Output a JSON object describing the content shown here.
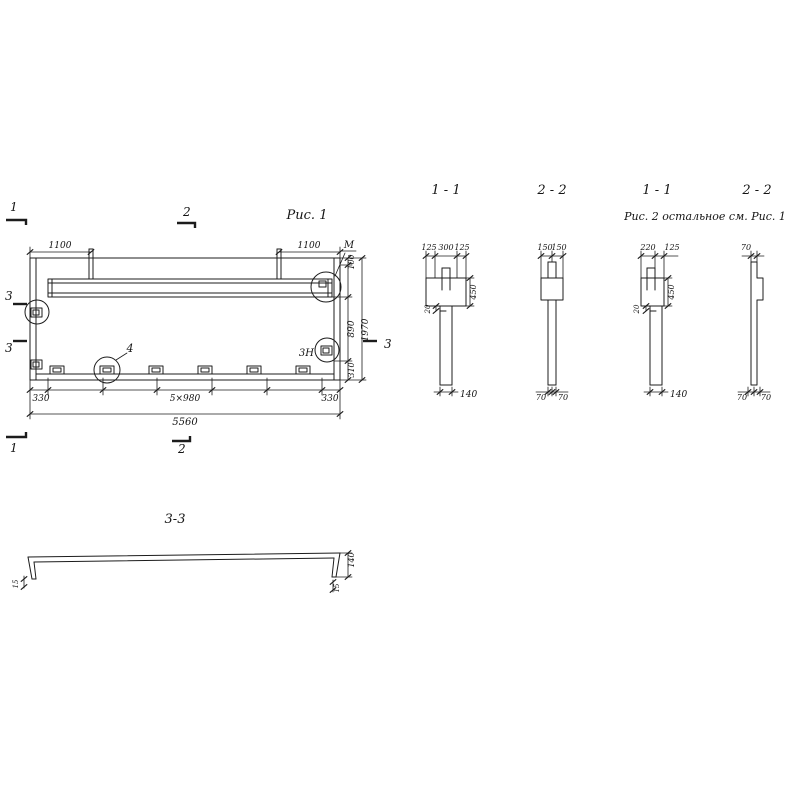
{
  "titles": {
    "fig1": "Рис. 1",
    "fig2_note": "Рис. 2  остальное см. Рис. 1",
    "sec11": "1 - 1",
    "sec22": "2 - 2",
    "sec33": "3-3"
  },
  "fig1": {
    "cuts": {
      "c1": "1",
      "c2": "2",
      "c3": "3"
    },
    "details": {
      "m": "М",
      "d3n": "3Н",
      "d4": "4"
    },
    "dims": {
      "top_left": "1100",
      "top_right": "1100",
      "right_100": "100",
      "right_890": "890",
      "right_1970": "1970",
      "right_310": "310",
      "bottom_330_left": "330",
      "bottom_step": "5×980",
      "bottom_330_right": "330",
      "bottom_total": "5560"
    }
  },
  "secA": {
    "d125l": "125",
    "d300": "300",
    "d125r": "125",
    "d450": "450",
    "d20": "20",
    "d140": "140"
  },
  "secB": {
    "d150l": "150",
    "d150r": "150",
    "d70l": "70",
    "d70r": "70"
  },
  "secC": {
    "d220": "220",
    "d125": "125",
    "d450": "450",
    "d20": "20",
    "d140": "140"
  },
  "secD": {
    "d70t": "70",
    "d70l": "70",
    "d70r": "70"
  },
  "sec33": {
    "d140": "140",
    "d15l": "15",
    "d15r": "15"
  }
}
